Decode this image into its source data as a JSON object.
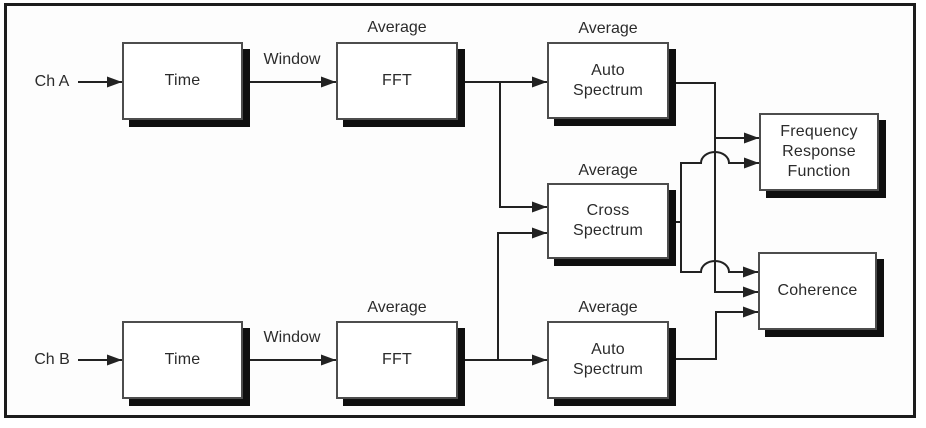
{
  "labels": {
    "ch_a": "Ch A",
    "ch_b": "Ch B",
    "window_top": "Window",
    "window_bottom": "Window",
    "average_fft_a": "Average",
    "average_auto_spectrum_a": "Average",
    "average_cross_spectrum": "Average",
    "average_auto_spectrum_b": "Average",
    "average_fft_b": "Average"
  },
  "boxes": {
    "time_a": {
      "lines": [
        "Time"
      ]
    },
    "fft_a": {
      "lines": [
        "FFT"
      ]
    },
    "auto_spectrum_a": {
      "lines": [
        "Auto",
        "Spectrum"
      ]
    },
    "cross_spectrum": {
      "lines": [
        "Cross",
        "Spectrum"
      ]
    },
    "auto_spectrum_b": {
      "lines": [
        "Auto",
        "Spectrum"
      ]
    },
    "time_b": {
      "lines": [
        "Time"
      ]
    },
    "fft_b": {
      "lines": [
        "FFT"
      ]
    },
    "frequency_response_function": {
      "lines": [
        "Frequency",
        "Response",
        "Function"
      ]
    },
    "coherence": {
      "lines": [
        "Coherence"
      ]
    }
  },
  "colors": {
    "line": "#222222",
    "box_border": "#4d4d4d",
    "shadow": "#0f0f0f",
    "text": "#2b2b2b",
    "frame_border": "#1c1c1c"
  }
}
